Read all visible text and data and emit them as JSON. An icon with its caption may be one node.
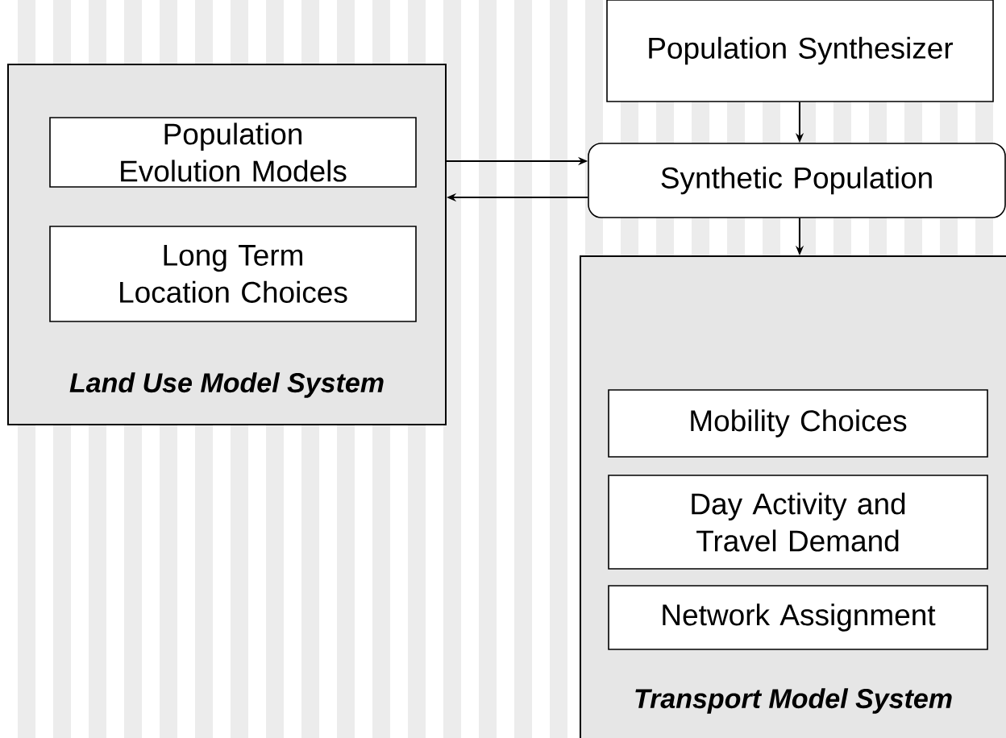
{
  "diagram": {
    "nodes": [
      {
        "text": [
          "Land Use Model System"
        ]
      },
      {
        "text": [
          "Population Evolution Models"
        ],
        "in": 0
      },
      {
        "text": [
          "Long Term Location Choices"
        ],
        "in": 0
      },
      {
        "text": [
          "Population Synthesizer"
        ]
      },
      {
        "text": [
          "Synthetic Population"
        ]
      },
      {
        "text": [
          "Transport Model System"
        ]
      },
      {
        "text": [
          "Mobility Choices"
        ],
        "in": 5
      },
      {
        "text": [
          "Day Activity and Travel Demand"
        ],
        "in": 5
      },
      {
        "text": [
          "Network Assignment"
        ],
        "in": 5
      }
    ],
    "edges": [
      {
        "from": 0,
        "to": 4,
        "arrow": "to"
      },
      {
        "from": 4,
        "to": 0,
        "arrow": "to"
      },
      {
        "from": 3,
        "to": 4,
        "arrow": "to"
      },
      {
        "from": 4,
        "to": 5,
        "arrow": "to"
      }
    ]
  }
}
